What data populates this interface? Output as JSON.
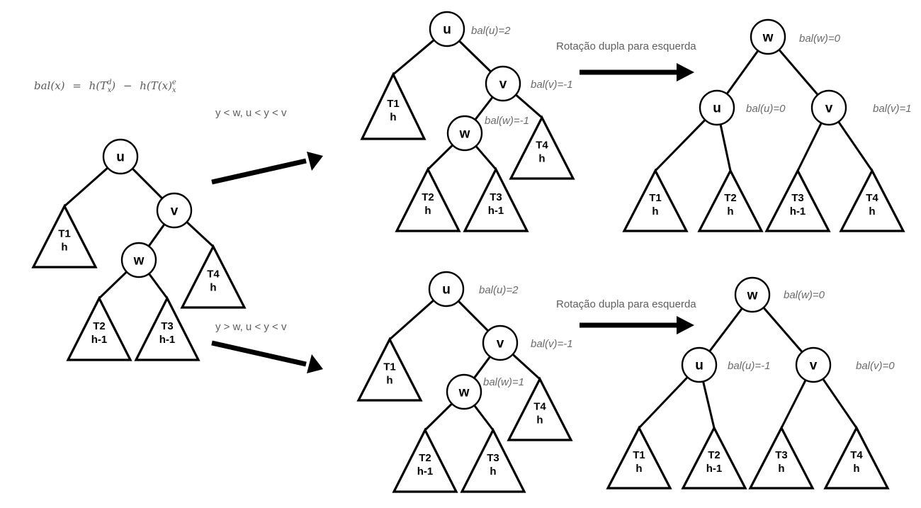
{
  "formula": {
    "lhs": "bal(x)",
    "eq": "=",
    "term1": "h(T",
    "term1_sup": "d",
    "term1_sub": "x",
    "term1_close": ")",
    "minus": "−",
    "term2": "h(T(x)",
    "term2_sup": "e",
    "term2_sub": "x"
  },
  "transitions": [
    {
      "id": "case-1-condition",
      "label": "y  < w, u < y < v"
    },
    {
      "id": "case-2-condition",
      "label": "y  > w, u < y < v"
    },
    {
      "id": "rotation-1",
      "label": "Rotação dupla  para esquerda"
    },
    {
      "id": "rotation-2",
      "label": "Rotação dupla  para esquerda"
    }
  ],
  "trees": [
    {
      "id": "original",
      "nodes": [
        {
          "key": "u",
          "label": "u",
          "bal": ""
        },
        {
          "key": "v",
          "label": "v",
          "bal": ""
        },
        {
          "key": "w",
          "label": "w",
          "bal": ""
        }
      ],
      "subtrees": [
        {
          "name": "T1",
          "height": "h"
        },
        {
          "name": "T2",
          "height": "h-1"
        },
        {
          "name": "T3",
          "height": "h-1"
        },
        {
          "name": "T4",
          "height": "h"
        }
      ]
    },
    {
      "id": "case-1-before",
      "nodes": [
        {
          "key": "u",
          "label": "u",
          "bal": "bal(u)=2"
        },
        {
          "key": "v",
          "label": "v",
          "bal": "bal(v)=-1"
        },
        {
          "key": "w",
          "label": "w",
          "bal": "bal(w)=-1"
        }
      ],
      "subtrees": [
        {
          "name": "T1",
          "height": "h"
        },
        {
          "name": "T2",
          "height": "h"
        },
        {
          "name": "T3",
          "height": "h-1"
        },
        {
          "name": "T4",
          "height": "h"
        }
      ]
    },
    {
      "id": "case-1-after",
      "nodes": [
        {
          "key": "w",
          "label": "w",
          "bal": "bal(w)=0"
        },
        {
          "key": "u",
          "label": "u",
          "bal": "bal(u)=0"
        },
        {
          "key": "v",
          "label": "v",
          "bal": "bal(v)=1"
        }
      ],
      "subtrees": [
        {
          "name": "T1",
          "height": "h"
        },
        {
          "name": "T2",
          "height": "h"
        },
        {
          "name": "T3",
          "height": "h-1"
        },
        {
          "name": "T4",
          "height": "h"
        }
      ]
    },
    {
      "id": "case-2-before",
      "nodes": [
        {
          "key": "u",
          "label": "u",
          "bal": "bal(u)=2"
        },
        {
          "key": "v",
          "label": "v",
          "bal": "bal(v)=-1"
        },
        {
          "key": "w",
          "label": "w",
          "bal": "bal(w)=1"
        }
      ],
      "subtrees": [
        {
          "name": "T1",
          "height": "h"
        },
        {
          "name": "T2",
          "height": "h-1"
        },
        {
          "name": "T3",
          "height": "h"
        },
        {
          "name": "T4",
          "height": "h"
        }
      ]
    },
    {
      "id": "case-2-after",
      "nodes": [
        {
          "key": "w",
          "label": "w",
          "bal": "bal(w)=0"
        },
        {
          "key": "u",
          "label": "u",
          "bal": "bal(u)=-1"
        },
        {
          "key": "v",
          "label": "v",
          "bal": "bal(v)=0"
        }
      ],
      "subtrees": [
        {
          "name": "T1",
          "height": "h"
        },
        {
          "name": "T2",
          "height": "h-1"
        },
        {
          "name": "T3",
          "height": "h"
        },
        {
          "name": "T4",
          "height": "h"
        }
      ]
    }
  ]
}
